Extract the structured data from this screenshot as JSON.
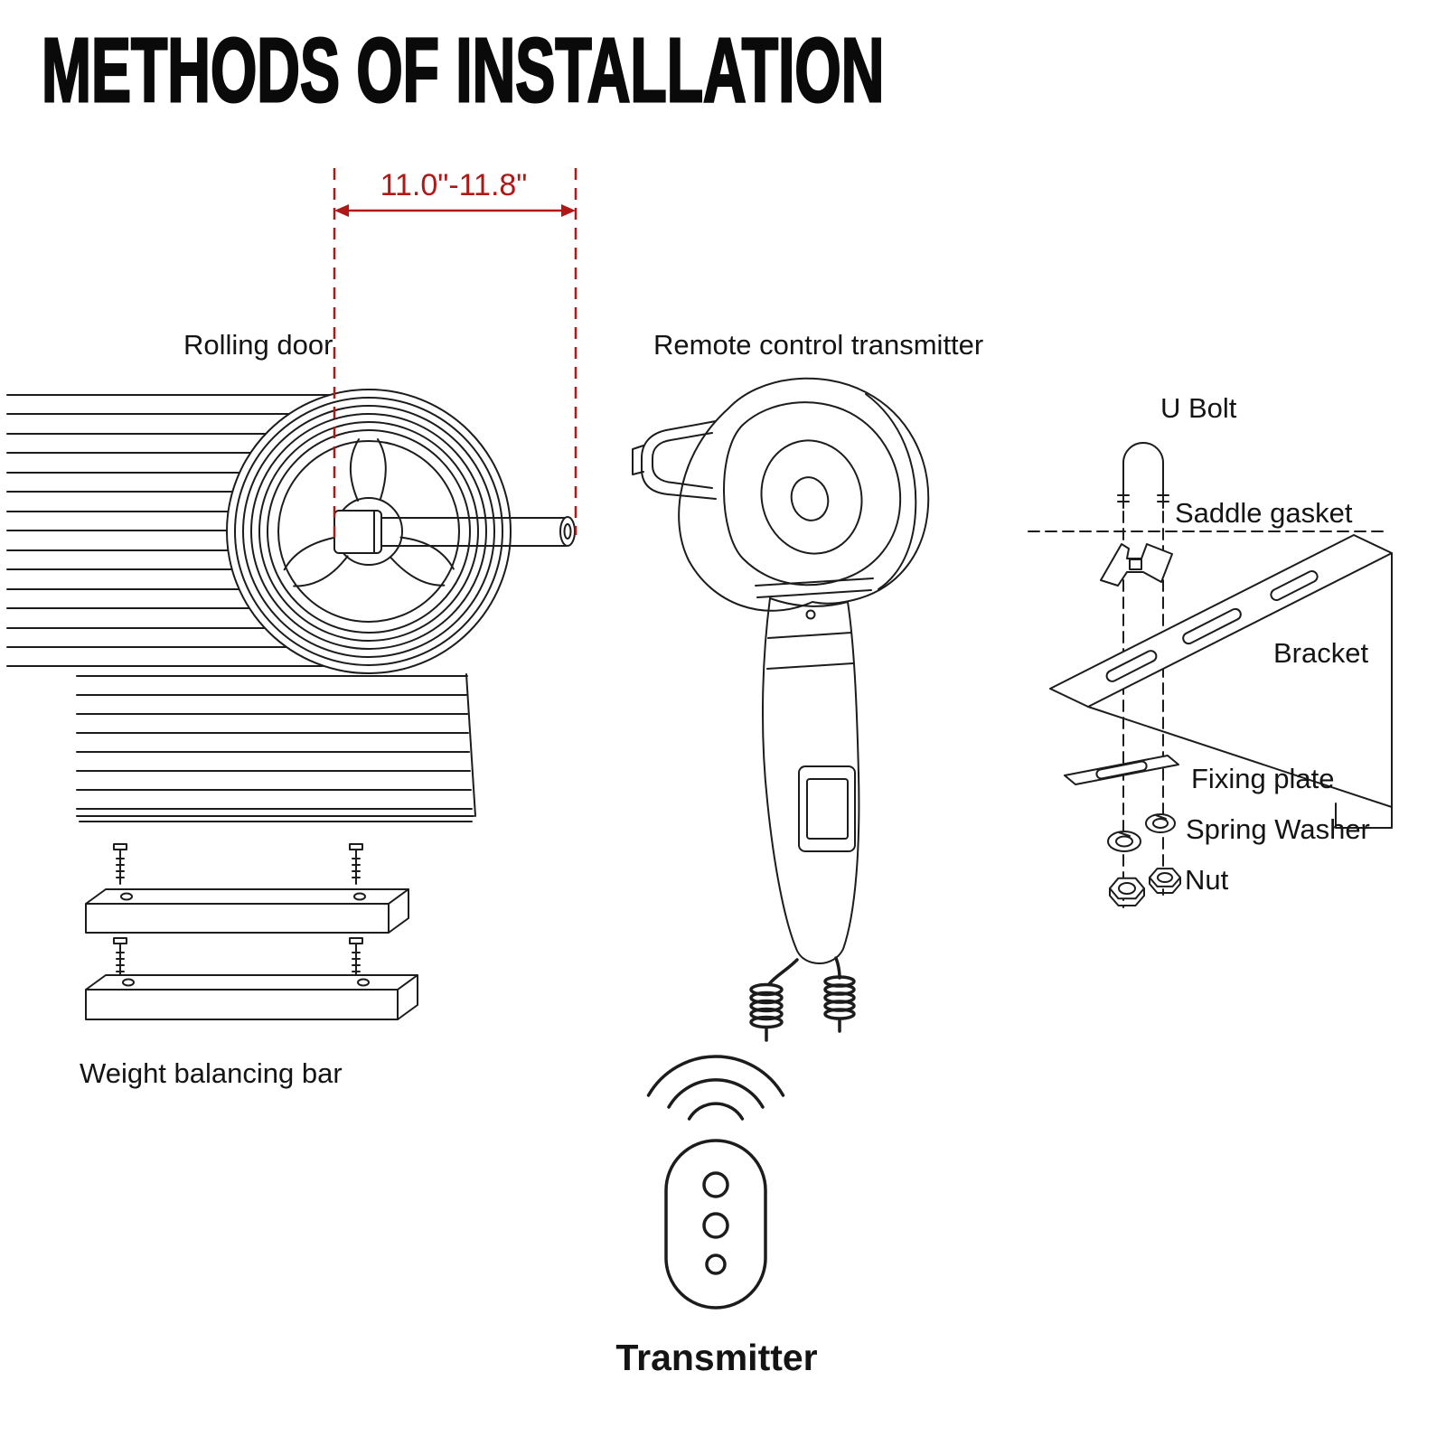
{
  "title": "METHODS OF INSTALLATION",
  "annotation": {
    "dimension_label": "11.0\"-11.8\""
  },
  "labels": {
    "rolling_door": "Rolling door",
    "remote_control_transmitter": "Remote control transmitter",
    "u_bolt": "U Bolt",
    "saddle_gasket": "Saddle gasket",
    "bracket": "Bracket",
    "fixing_plate": "Fixing plate",
    "spring_washer": "Spring Washer",
    "nut": "Nut",
    "weight_balancing_bar": "Weight balancing bar",
    "transmitter": "Transmitter"
  },
  "colors": {
    "line": "#1c1c1c",
    "annotation": "#b01818",
    "background": "#ffffff",
    "text": "#141414"
  }
}
